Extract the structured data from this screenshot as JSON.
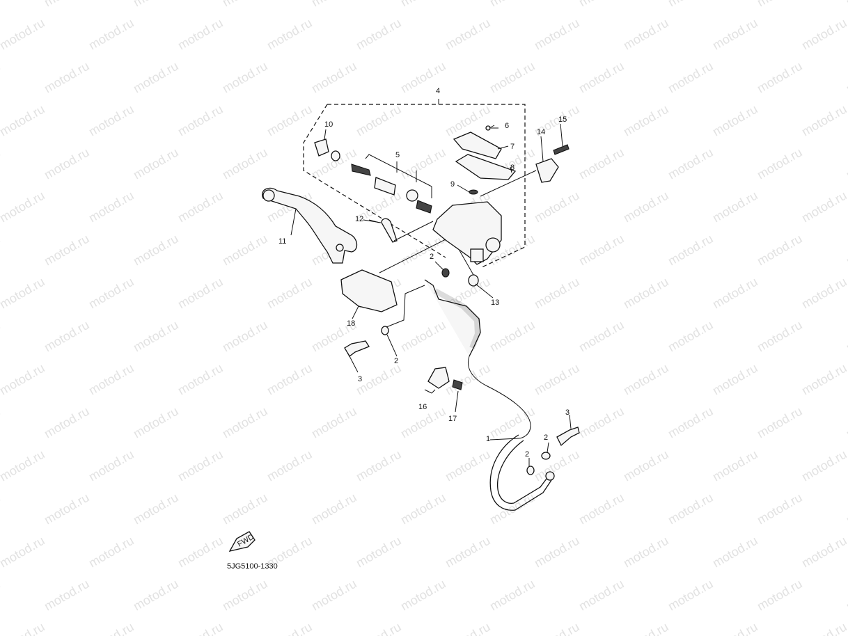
{
  "watermark": "motod.ru",
  "diagram_code": "5JG5100-1330",
  "fwd_label": "FWD",
  "callouts": {
    "p1": "1",
    "p2a": "2",
    "p2b": "2",
    "p2c": "2",
    "p2d": "2",
    "p3a": "3",
    "p3b": "3",
    "p4": "4",
    "p5": "5",
    "p6": "6",
    "p7": "7",
    "p8": "8",
    "p9": "9",
    "p10": "10",
    "p11": "11",
    "p12": "12",
    "p13": "13",
    "p14": "14",
    "p15": "15",
    "p16": "16",
    "p17": "17",
    "p18": "18"
  }
}
